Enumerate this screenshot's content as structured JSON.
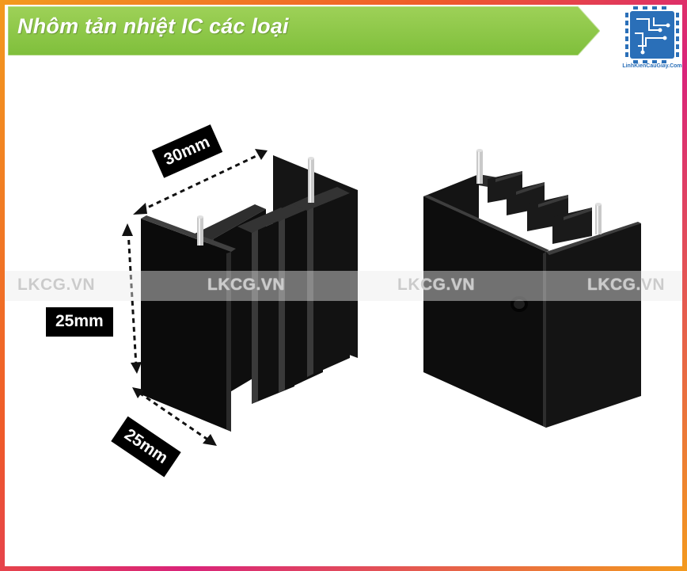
{
  "header": {
    "title": "Nhôm tản nhiệt IC các loại"
  },
  "logo": {
    "caption": "LinhKienCauGiay.Com"
  },
  "watermarks": [
    "LKCG.VN",
    "LKCG.VN",
    "LKCG.VN",
    "LKCG.VN"
  ],
  "dimensions": {
    "width_label": "30mm",
    "height_label": "25mm",
    "depth_label": "25mm"
  },
  "colors": {
    "banner_green": "#8cc63f",
    "border_orange": "#f39a1e",
    "border_magenta": "#d9237a",
    "logo_blue": "#2a6fb8"
  }
}
